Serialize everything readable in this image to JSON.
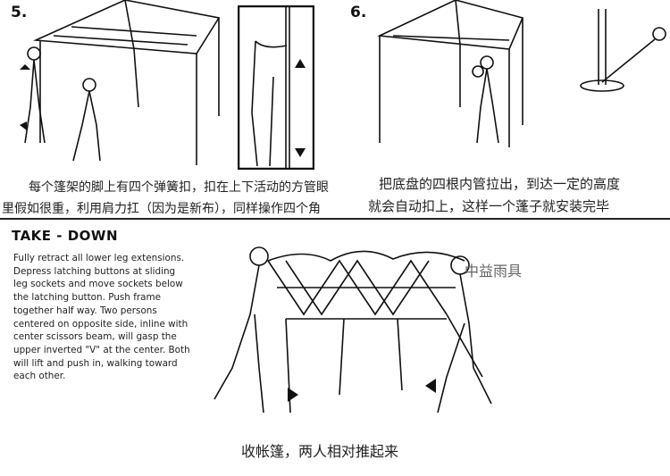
{
  "steps": [
    {
      "number": "5.",
      "caption_line1": "每个篷架的脚上有四个弹簧扣，扣在上下活动的方管眼",
      "caption_line2": "里假如很重，利用肩力扛（因为是新布），同样操作四个角"
    },
    {
      "number": "6.",
      "caption_line1": "把底盘的四根内管拉出，到达一定的高度",
      "caption_line2": "就会自动扣上，这样一个蓬子就安装完毕"
    }
  ],
  "takedown": {
    "title": "TAKE - DOWN",
    "body": "Fully retract all lower leg extensions. Depress latching buttons at sliding leg sockets and move sockets below the latching button. Push frame together half way. Two persons centered on opposite side, inline with center scissors beam, will gasp the upper inverted \"V\" at the center. Both will lift and push in, walking toward each other.",
    "caption": "收帐篷，两人相对推起来"
  },
  "watermark": "中益雨具"
}
